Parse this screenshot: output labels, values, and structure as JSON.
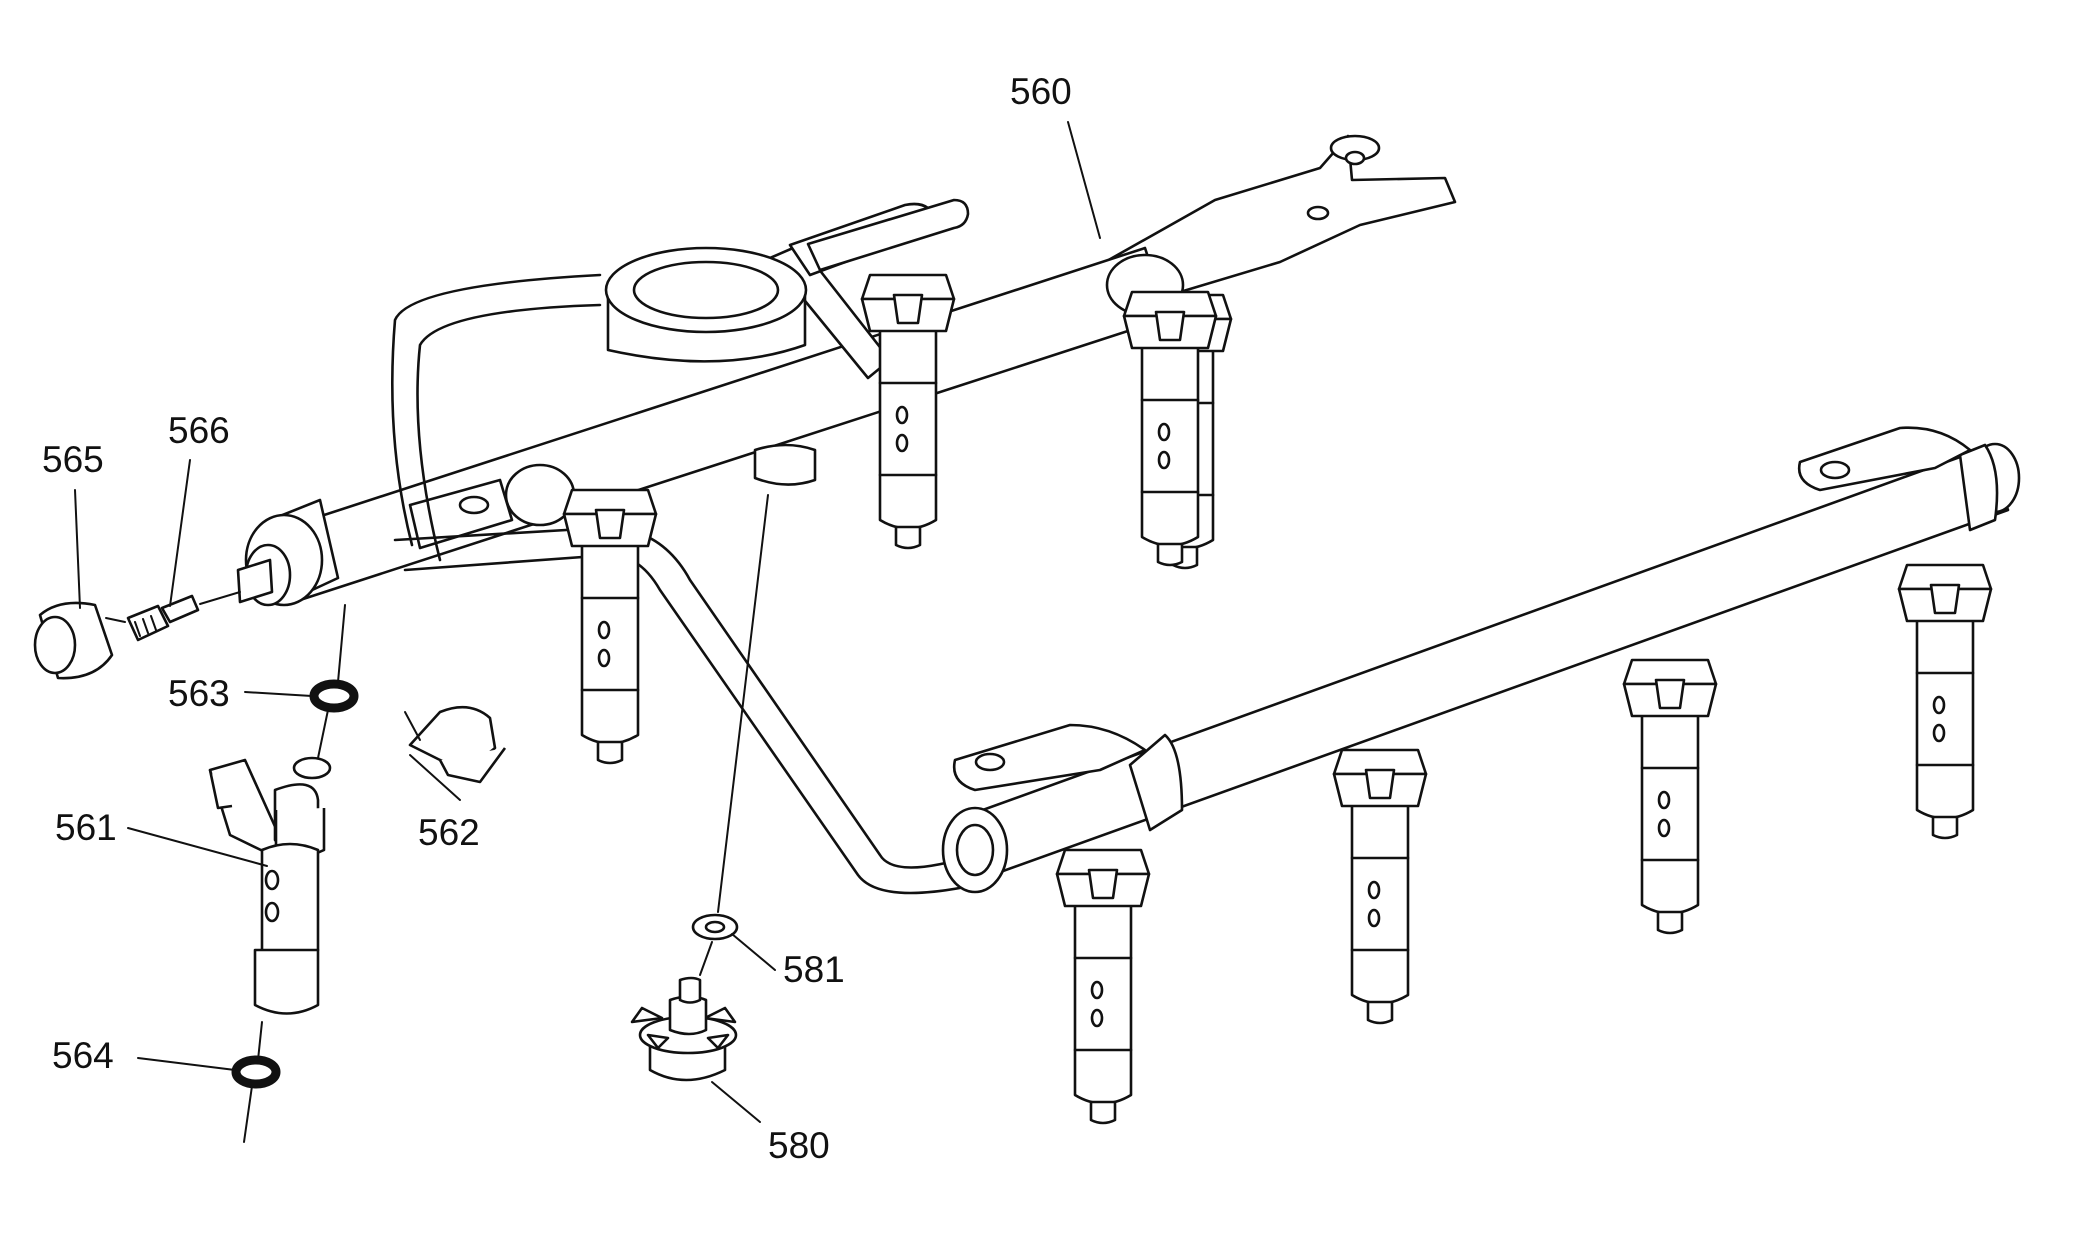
{
  "callouts": {
    "c560": "560",
    "c561": "561",
    "c562": "562",
    "c563": "563",
    "c564": "564",
    "c565": "565",
    "c566": "566",
    "c580": "580",
    "c581": "581"
  }
}
